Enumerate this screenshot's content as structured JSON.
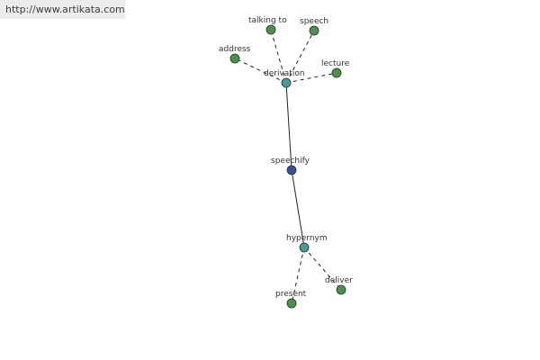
{
  "source_url": "http://www.artikata.com",
  "colors": {
    "leaf": "#4e8f4e",
    "relation": "#4a9a9a",
    "root": "#3b4f9c",
    "edge": "#222222"
  },
  "nodes": [
    {
      "id": "speechify",
      "label": "speechify",
      "kind": "root"
    },
    {
      "id": "derivation",
      "label": "derivation",
      "kind": "relation"
    },
    {
      "id": "hypernym",
      "label": "hypernym",
      "kind": "relation"
    },
    {
      "id": "talking-to",
      "label": "talking to",
      "kind": "leaf"
    },
    {
      "id": "speech",
      "label": "speech",
      "kind": "leaf"
    },
    {
      "id": "address",
      "label": "address",
      "kind": "leaf"
    },
    {
      "id": "lecture",
      "label": "lecture",
      "kind": "leaf"
    },
    {
      "id": "present",
      "label": "present",
      "kind": "leaf"
    },
    {
      "id": "deliver",
      "label": "deliver",
      "kind": "leaf"
    }
  ],
  "edges": [
    {
      "from": "derivation",
      "to": "speechify",
      "style": "solid"
    },
    {
      "from": "speechify",
      "to": "hypernym",
      "style": "solid"
    },
    {
      "from": "derivation",
      "to": "talking-to",
      "style": "dashed"
    },
    {
      "from": "derivation",
      "to": "speech",
      "style": "dashed"
    },
    {
      "from": "derivation",
      "to": "address",
      "style": "dashed"
    },
    {
      "from": "derivation",
      "to": "lecture",
      "style": "dashed"
    },
    {
      "from": "hypernym",
      "to": "present",
      "style": "dashed"
    },
    {
      "from": "hypernym",
      "to": "deliver",
      "style": "dashed"
    }
  ]
}
